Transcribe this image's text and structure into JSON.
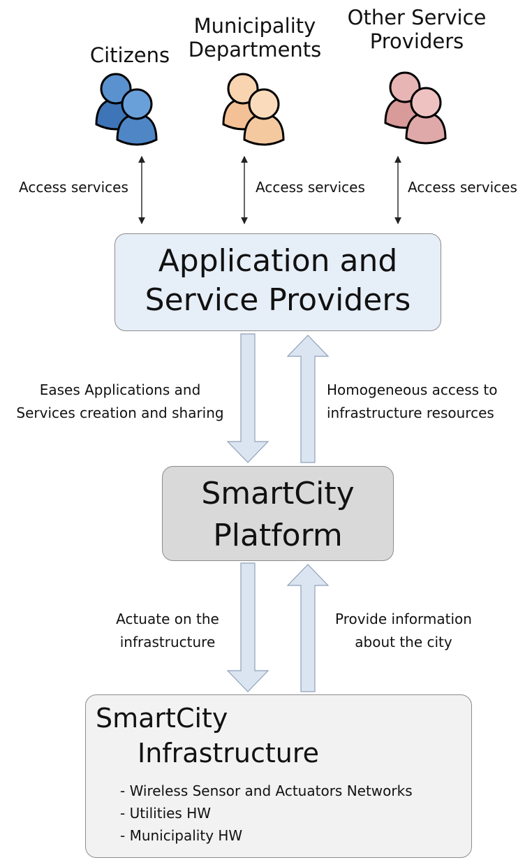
{
  "actors": [
    {
      "id": "citizens",
      "title_lines": [
        "Citizens"
      ],
      "color": "#4f86c6"
    },
    {
      "id": "municipality",
      "title_lines": [
        "Municipality",
        "Departments"
      ],
      "color": "#f5c9a0"
    },
    {
      "id": "other",
      "title_lines": [
        "Other Service",
        "Providers"
      ],
      "color": "#e0a9a9"
    }
  ],
  "access_label": "Access services",
  "app_box": {
    "title_lines": [
      "Application and",
      "Service Providers"
    ],
    "color": "#e6eef8"
  },
  "upper_left_label": [
    "Eases Applications and",
    "Services creation and sharing"
  ],
  "upper_right_label": [
    "Homogeneous access to",
    "infrastructure resources"
  ],
  "platform_box": {
    "title_lines": [
      "SmartCity",
      "Platform"
    ],
    "color": "#d9d9d9"
  },
  "lower_left_label": [
    "Actuate on the",
    "infrastructure"
  ],
  "lower_right_label": [
    "Provide information",
    "about the city"
  ],
  "infra_box": {
    "title_lines": [
      "SmartCity",
      "Infrastructure"
    ],
    "bullets": [
      "- Wireless Sensor and Actuators Networks",
      "- Utilities HW",
      "- Municipality HW"
    ],
    "color": "#f2f2f2"
  }
}
